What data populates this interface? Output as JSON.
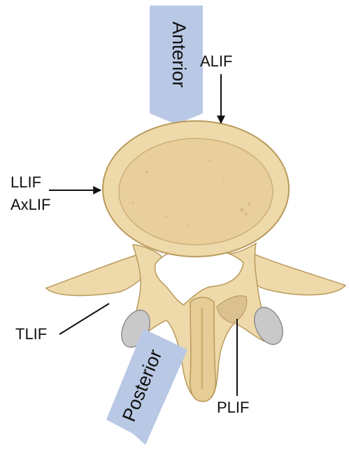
{
  "directions": {
    "anterior": "Anterior",
    "posterior": "Posterior"
  },
  "approaches": {
    "alif": "ALIF",
    "llif": "LLIF",
    "axlif": "AxLIF",
    "tlif": "TLIF",
    "plif": "PLIF"
  },
  "colors": {
    "direction_arrow": "#b9c8e4",
    "bone_fill": "#eed9aa",
    "bone_stroke": "#b99a5c",
    "bone_shadow": "#dcc190",
    "facet_gray": "#c9c9c9",
    "pointer": "#111111"
  }
}
